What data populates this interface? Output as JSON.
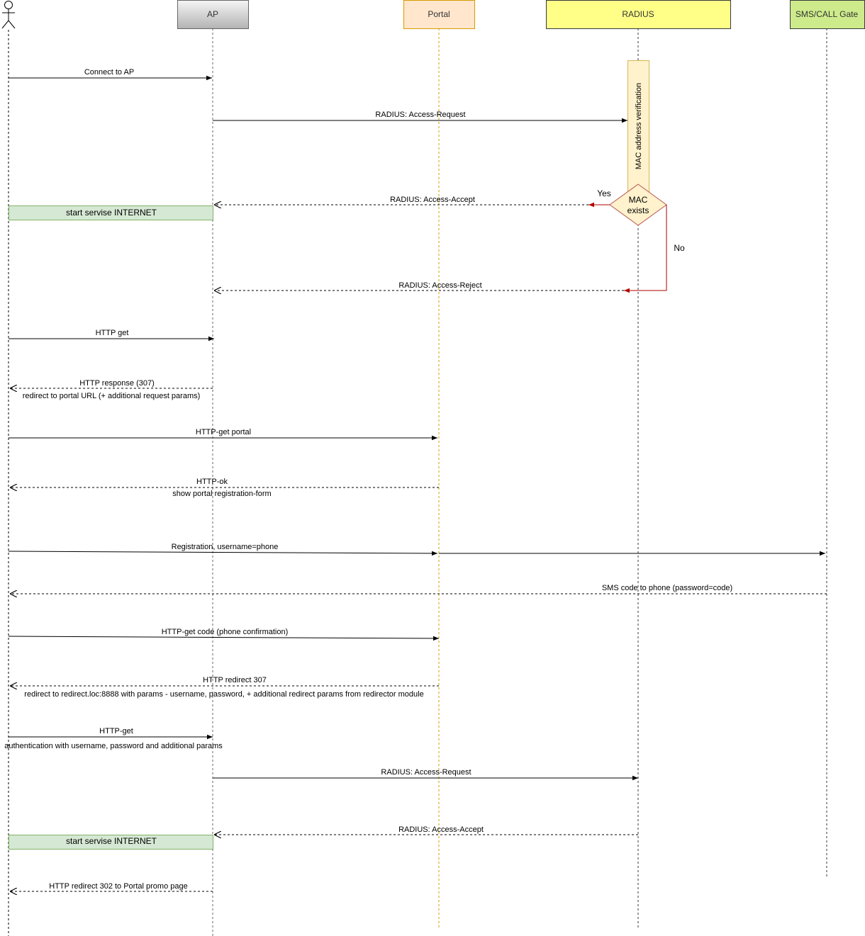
{
  "participants": [
    {
      "id": "user",
      "label": "",
      "icon": "actor-icon"
    },
    {
      "id": "ap",
      "label": "AP",
      "fill": "#dcdcdc",
      "stroke": "#666666"
    },
    {
      "id": "portal",
      "label": "Portal",
      "fill": "#ffe6cc",
      "stroke": "#d79b00"
    },
    {
      "id": "radius",
      "label": "RADIUS",
      "fill": "#ffff88",
      "stroke": "#36393d"
    },
    {
      "id": "sms",
      "label": "SMS/CALL Gate",
      "fill": "#cdeb8b",
      "stroke": "#36393d"
    }
  ],
  "activation": {
    "label": "MAC address verification",
    "fill": "#fff2cc",
    "stroke": "#d6b656"
  },
  "decision": {
    "line1": "MAC",
    "line2": "exists",
    "yes_label": "Yes",
    "no_label": "No",
    "fill": "#fff2cc",
    "stroke": "#b85450",
    "branch_color": "#b20000"
  },
  "notes": [
    {
      "label": "start servise INTERNET",
      "fill": "#d5e8d4",
      "stroke": "#82b366"
    },
    {
      "label": "start servise INTERNET",
      "fill": "#d5e8d4",
      "stroke": "#82b366"
    }
  ],
  "messages": [
    {
      "label": "Connect to AP",
      "sub": ""
    },
    {
      "label": "RADIUS: Access-Request",
      "sub": ""
    },
    {
      "label": "RADIUS: Access-Accept",
      "sub": ""
    },
    {
      "label": "RADIUS: Access-Reject",
      "sub": ""
    },
    {
      "label": "HTTP get",
      "sub": ""
    },
    {
      "label": "HTTP response (307)",
      "sub": "redirect to portal URL (+ additional request params)"
    },
    {
      "label": "HTTP-get portal",
      "sub": ""
    },
    {
      "label": "HTTP-ok",
      "sub": "show portal registration-form"
    },
    {
      "label": "Registration, username=phone",
      "sub": ""
    },
    {
      "label": "",
      "sub": ""
    },
    {
      "label": "SMS code to phone (password=code)",
      "sub": ""
    },
    {
      "label": "HTTP-get code (phone confirmation)",
      "sub": ""
    },
    {
      "label": "HTTP  redirect 307",
      "sub": "redirect to redirect.loc:8888 with params - username, password, + additional redirect params from redirector module"
    },
    {
      "label": "HTTP-get",
      "sub": "authentication  with username, password and additional params"
    },
    {
      "label": "RADIUS: Access-Request",
      "sub": ""
    },
    {
      "label": "RADIUS: Access-Accept",
      "sub": ""
    },
    {
      "label": "HTTP redirect 302 to Portal promo page",
      "sub": ""
    }
  ]
}
